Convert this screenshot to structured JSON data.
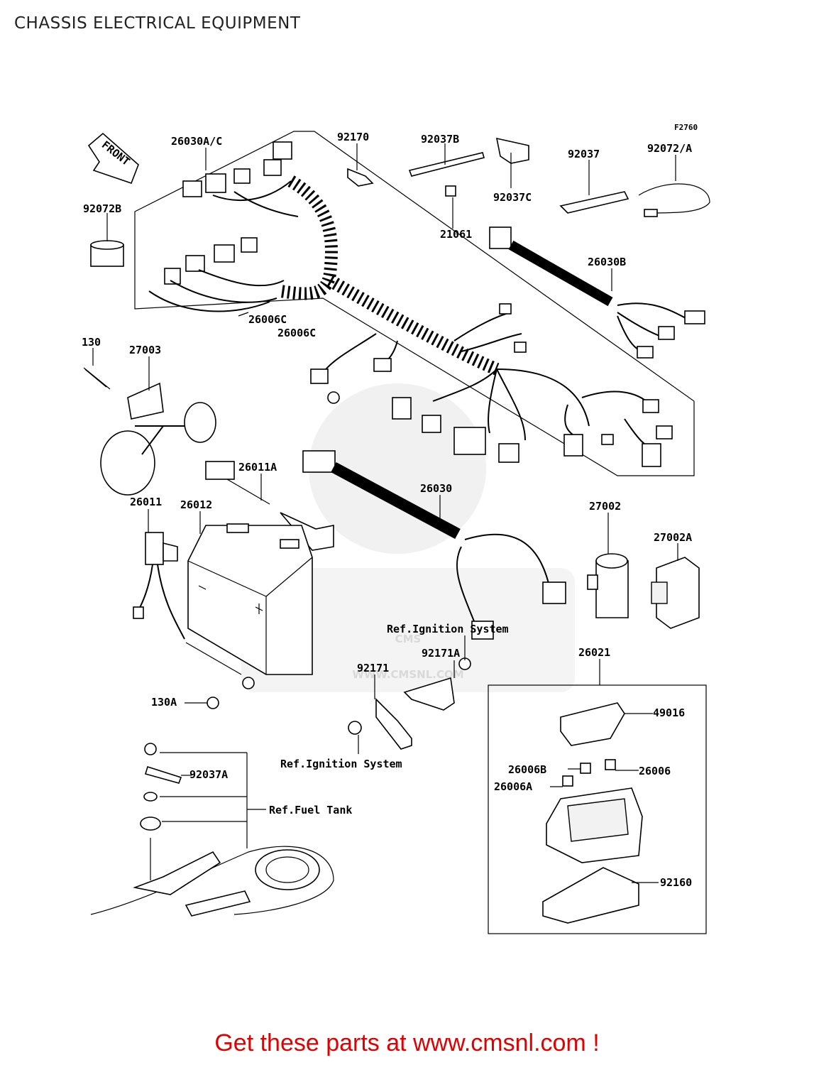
{
  "header": {
    "title": "CHASSIS ELECTRICAL EQUIPMENT"
  },
  "figure": {
    "code": "F2760",
    "front_label": "FRONT"
  },
  "watermark": {
    "logo": "CMS",
    "url": "WWW.CMSNL.COM",
    "color": "#d9d9d9"
  },
  "parts": {
    "p26030ac": "26030A/C",
    "p92170": "92170",
    "p92037b": "92037B",
    "p92037": "92037",
    "p92072a": "92072/A",
    "p92072b": "92072B",
    "p92037c": "92037C",
    "p21061": "21061",
    "p26030b": "26030B",
    "p26006c1": "26006C",
    "p26006c2": "26006C",
    "p130": "130",
    "p27003": "27003",
    "p26011a": "26011A",
    "p26030": "26030",
    "p26011": "26011",
    "p26012": "26012",
    "p27002": "27002",
    "p27002a": "27002A",
    "p92171a": "92171A",
    "p92171": "92171",
    "p26021": "26021",
    "p130a": "130A",
    "p49016": "49016",
    "p92037a": "92037A",
    "p26006b": "26006B",
    "p26006": "26006",
    "p26006a": "26006A",
    "p92160": "92160"
  },
  "references": {
    "ignition_top": "Ref.Ignition System",
    "ignition_bottom": "Ref.Ignition System",
    "fuel_tank": "Ref.Fuel Tank"
  },
  "footer": {
    "text": "Get these parts at www.cmsnl.com !",
    "color": "#e00000"
  }
}
